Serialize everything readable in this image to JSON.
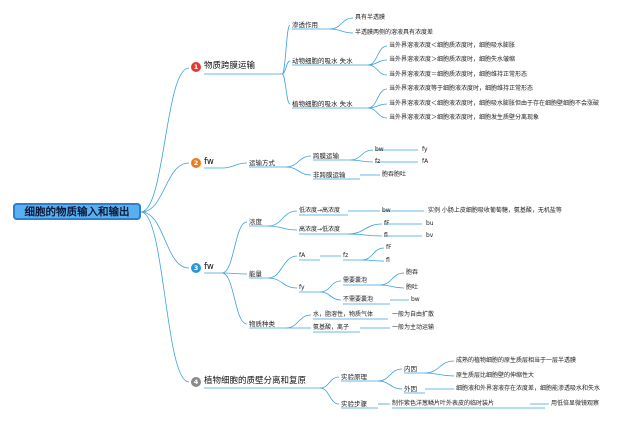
{
  "colors": {
    "line": "#3aa0e0",
    "root_fill": "#5ab0ee",
    "badge1": "#e23b2e",
    "badge2": "#ef7a1c",
    "badge3": "#2a98d8",
    "badge4": "#8a8a8a"
  },
  "root": {
    "label": "细胞的物质输入和输出"
  },
  "b1": {
    "num": "1",
    "label": "物质跨膜运输",
    "osmosis": {
      "label": "渗透作用",
      "items": [
        "具有半透膜",
        "半透膜两侧的溶液具有浓度差"
      ]
    },
    "animal": {
      "label": "动物细胞的吸水 失水",
      "items": [
        "当外界溶液浓度＜细胞质浓度时，细胞吸水膨胀",
        "当外界溶液浓度＞细胞质浓度时，细胞失水皱缩",
        "当外界溶液浓度＝细胞质浓度时，细胞维持正常形态"
      ]
    },
    "plant": {
      "label": "植物细胞的吸水 失水",
      "items": [
        "当外界溶液浓度等于细胞液浓度时，细胞维持正常形态",
        "当外界溶液浓度＜细胞液浓度时，细胞吸水膨胀但由于存在细胞壁细胞不会涨破",
        "当外界溶液浓度＞细胞液浓度时，细胞发生质壁分离现象"
      ]
    }
  },
  "b2": {
    "num": "2",
    "label": "fw",
    "mode": "运输方式",
    "trans": {
      "label": "跨膜运输",
      "r1a": "bw",
      "r1b": "fy",
      "r2a": "fz",
      "r2b": "fA"
    },
    "nontrans": {
      "label": "非跨膜运输",
      "child": "胞吞胞吐"
    }
  },
  "b3": {
    "num": "3",
    "label": "fw",
    "conc": {
      "label": "浓度",
      "low_high": {
        "label": "低浓度→高浓度",
        "child": "bw",
        "example": "实例 小肠上皮细胞吸收葡萄糖，氨基酸，无机盐等"
      },
      "high_low": {
        "label": "高浓度→低浓度",
        "a1": "fF",
        "a1c": "bu",
        "a2": "fl",
        "a2c": "bv"
      }
    },
    "energy": {
      "label": "能量",
      "fA": {
        "label": "fA",
        "child": "fz",
        "leaves": [
          "fF",
          "fl"
        ]
      },
      "fy": {
        "label": "fy",
        "need": "需要囊泡",
        "need_items": [
          "胞吞",
          "胞吐"
        ],
        "noneed": "不需要囊泡",
        "noneed_child": "bw"
      }
    },
    "kind": {
      "label": "物质种类",
      "water": "水，脂溶性，物质气体",
      "water_note": "一般为自由扩散",
      "amino": "氨基酸，离子",
      "amino_note": "一般为主动运输"
    }
  },
  "b4": {
    "num": "4",
    "label": "植物细胞的质壁分离和复原",
    "principle": {
      "label": "实验原理",
      "inner": "内因",
      "inner_items": [
        "成熟的植物细胞的原生质层相当于一层半透膜",
        "原生质层比细胞壁的伸缩性大"
      ],
      "outer": "外因",
      "outer_item": "细胞液和外界溶液存在浓度差，细胞能渗透吸水和失水"
    },
    "steps": {
      "label": "实验步骤",
      "child": "制作紫色洋葱鳞片叶外表皮的临时装片",
      "grand": "用低倍显微镜观察"
    }
  }
}
